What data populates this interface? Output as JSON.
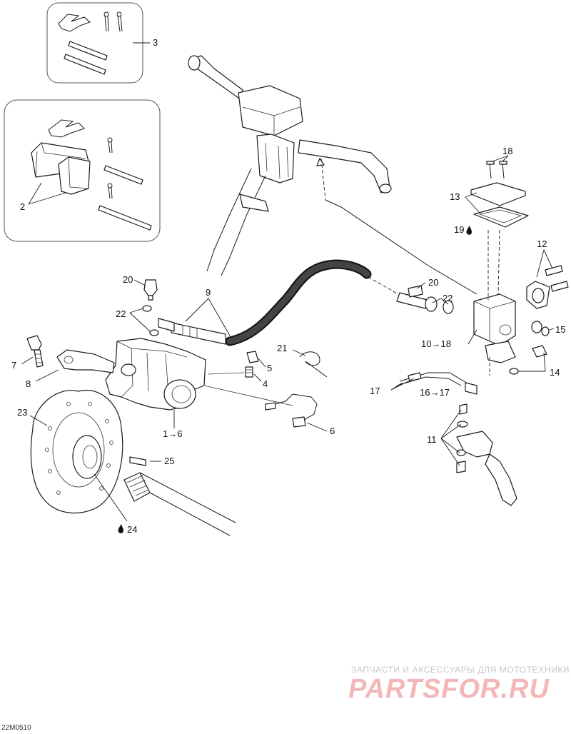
{
  "diagram": {
    "drawing_code": "22M0510",
    "callouts": {
      "c1_6": "1→6",
      "c2": "2",
      "c3": "3",
      "c4": "4",
      "c5": "5",
      "c6": "6",
      "c7": "7",
      "c8": "8",
      "c9": "9",
      "c10_18": "10→18",
      "c11": "11",
      "c12": "12",
      "c13": "13",
      "c14": "14",
      "c15": "15",
      "c16_17": "16→17",
      "c17": "17",
      "c18": "18",
      "c19": "19",
      "c20a": "20",
      "c20b": "20",
      "c21": "21",
      "c22a": "22",
      "c22b": "22",
      "c23": "23",
      "c24": "24",
      "c25": "25"
    }
  },
  "watermark": {
    "tagline": "ЗАПЧАСТИ И АКСЕССУАРЫ ДЛЯ МОТОТЕХНИКИ",
    "brand": "PARTSFOR.RU"
  }
}
